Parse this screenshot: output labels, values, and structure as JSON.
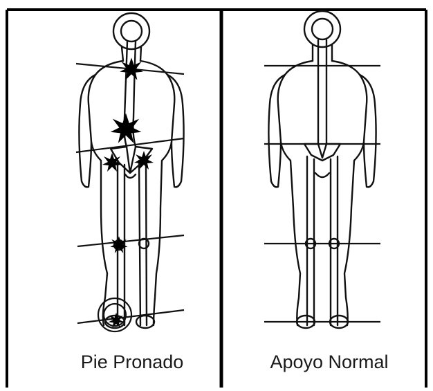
{
  "panels": [
    {
      "id": "pronated",
      "caption": "Pie Pronado"
    },
    {
      "id": "normal",
      "caption": "Apoyo Normal"
    }
  ],
  "colors": {
    "line": "#111111",
    "background": "#ffffff",
    "pain_marker": "#000000"
  },
  "icons": {
    "pain_marker": "starburst-icon",
    "joint": "circle-icon"
  }
}
